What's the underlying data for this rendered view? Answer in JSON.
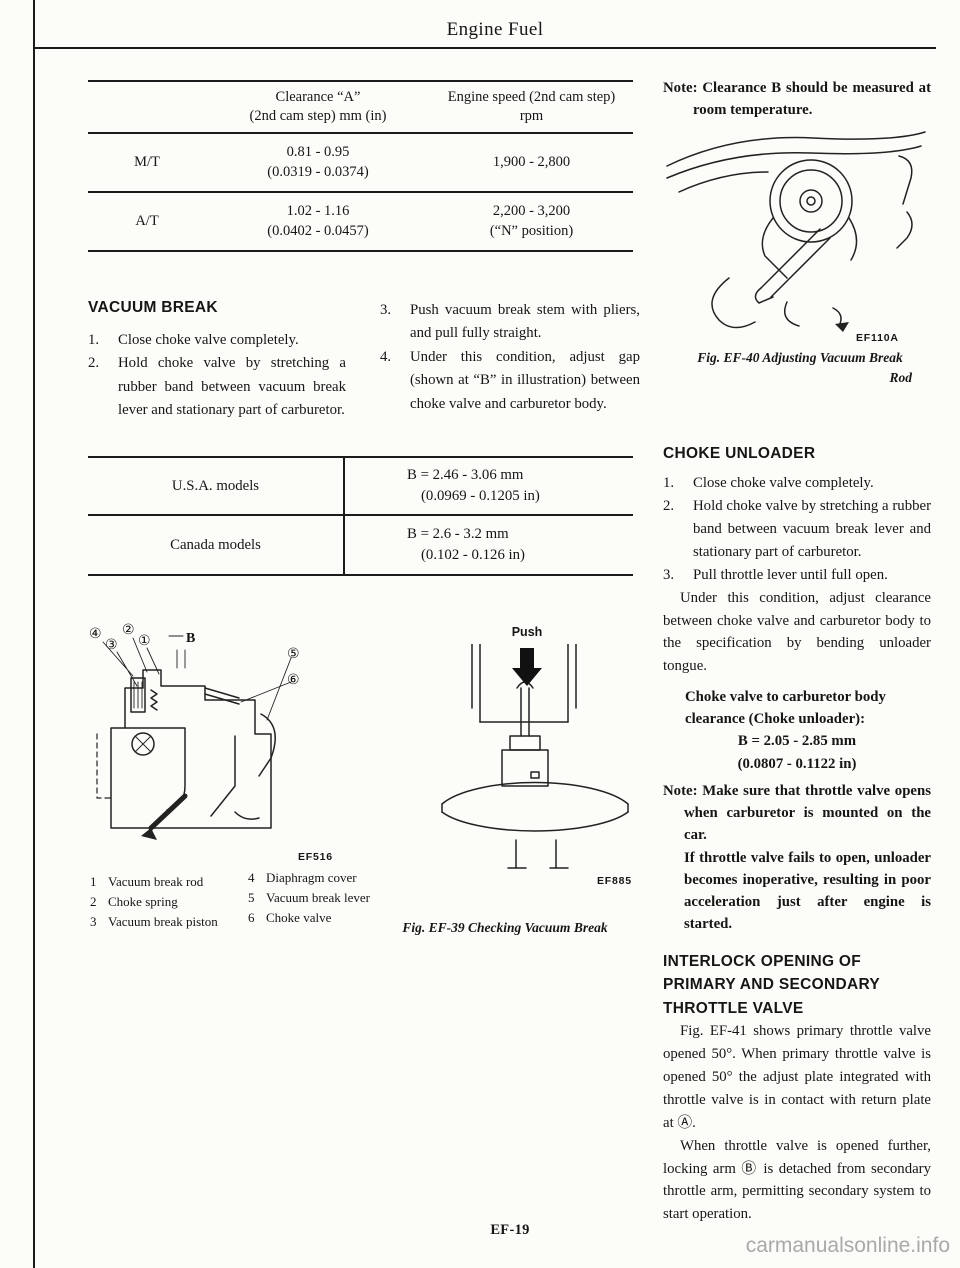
{
  "page": {
    "title": "Engine Fuel",
    "number": "EF-19",
    "watermark": "carmanualsonline.info"
  },
  "spec_table": {
    "header_clearance": "Clearance “A”\n(2nd cam step) mm (in)",
    "header_speed": "Engine speed (2nd cam step)\nrpm",
    "rows": [
      {
        "label": "M/T",
        "clearance": "0.81 - 0.95\n(0.0319 - 0.0374)",
        "speed": "1,900 - 2,800"
      },
      {
        "label": "A/T",
        "clearance": "1.02 - 1.16\n(0.0402 - 0.0457)",
        "speed": "2,200 - 3,200\n(“N” position)"
      }
    ]
  },
  "note_top_right": "Note: Clearance B should be measured at room temperature.",
  "fig_ef40": {
    "code": "EF110A",
    "caption_line1": "Fig. EF-40 Adjusting Vacuum Break",
    "caption_line2": "Rod"
  },
  "vacuum_break": {
    "heading": "VACUUM BREAK",
    "steps_left": [
      {
        "num": "1.",
        "text": "Close choke valve completely."
      },
      {
        "num": "2.",
        "text": "Hold choke valve by stretching a rubber band between vacuum break lever and stationary part of carburetor."
      }
    ],
    "steps_right": [
      {
        "num": "3.",
        "text": "Push vacuum break stem with pliers, and pull fully straight."
      },
      {
        "num": "4.",
        "text": "Under this condition, adjust gap (shown at “B” in illustration) between choke valve and carburetor body."
      }
    ]
  },
  "models_table": {
    "rows": [
      {
        "model": "U.S.A. models",
        "value": "B = 2.46 - 3.06 mm",
        "value_in": "(0.0969 - 0.1205 in)"
      },
      {
        "model": "Canada models",
        "value": "B = 2.6 - 3.2 mm",
        "value_in": "(0.102 - 0.126 in)"
      }
    ]
  },
  "fig_ef39": {
    "push_label": "Push",
    "code_left": "EF516",
    "code_right": "EF885",
    "caption": "Fig. EF-39 Checking Vacuum Break",
    "legend_left": [
      {
        "num": "1",
        "label": "Vacuum break rod"
      },
      {
        "num": "2",
        "label": "Choke spring"
      },
      {
        "num": "3",
        "label": "Vacuum break piston"
      }
    ],
    "legend_right": [
      {
        "num": "4",
        "label": "Diaphragm cover"
      },
      {
        "num": "5",
        "label": "Vacuum break lever"
      },
      {
        "num": "6",
        "label": "Choke valve"
      }
    ],
    "callouts": {
      "c1": "①",
      "c2": "②",
      "c3": "③",
      "c4": "④",
      "c5": "⑤",
      "c6": "⑥",
      "b": "B"
    }
  },
  "choke_unloader": {
    "heading": "CHOKE UNLOADER",
    "steps": [
      {
        "num": "1.",
        "text": "Close choke valve completely."
      },
      {
        "num": "2.",
        "text": "Hold choke valve by stretching a rubber band between vacuum break lever and stationary part of carburetor."
      },
      {
        "num": "3.",
        "text": "Pull throttle lever until full open."
      }
    ],
    "paragraph": "Under this condition, adjust clearance between choke valve and carburetor body to the specification by bending unloader tongue.",
    "spec_title": "Choke valve to carburetor body clearance (Choke unloader):",
    "spec_value": "B = 2.05 - 2.85 mm",
    "spec_value_in": "(0.0807 - 0.1122 in)",
    "note": "Note: Make sure that throttle valve opens when carburetor is mounted on the car.",
    "note2": "If throttle valve fails to open, unloader becomes inoperative, resulting in poor acceleration just after engine is started."
  },
  "interlock": {
    "heading": "INTERLOCK OPENING OF PRIMARY AND SECONDARY THROTTLE VALVE",
    "paragraphs": [
      "Fig. EF-41 shows primary throttle valve opened 50°. When primary throttle valve is opened 50° the adjust plate integrated with throttle valve is in contact with return plate at Ⓐ.",
      "When throttle valve is opened further, locking arm Ⓑ is detached from secondary throttle arm, permitting secondary system to start operation."
    ]
  }
}
